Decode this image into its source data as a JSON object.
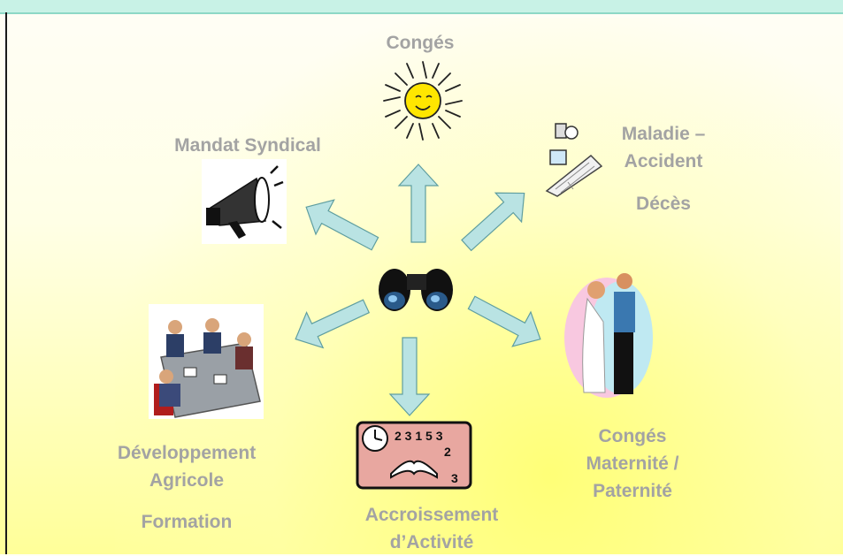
{
  "diagram": {
    "center": {
      "name": "binoculars-icon"
    },
    "labels": {
      "conges": "Congés",
      "mandat": "Mandat Syndical",
      "maladie": "Maladie –\nAccident",
      "deces": "Décès",
      "developpement": "Développement\nAgricole",
      "formation": "Formation",
      "accroissement": "Accroissement\nd’Activité",
      "maternite": "Congés\nMaternité /\nPaternité"
    },
    "colors": {
      "arrow_fill": "#b9e3e3",
      "arrow_stroke": "#5f9ea0",
      "label_text": "#a3a3a3",
      "header_band": "#c8f2e6"
    }
  }
}
